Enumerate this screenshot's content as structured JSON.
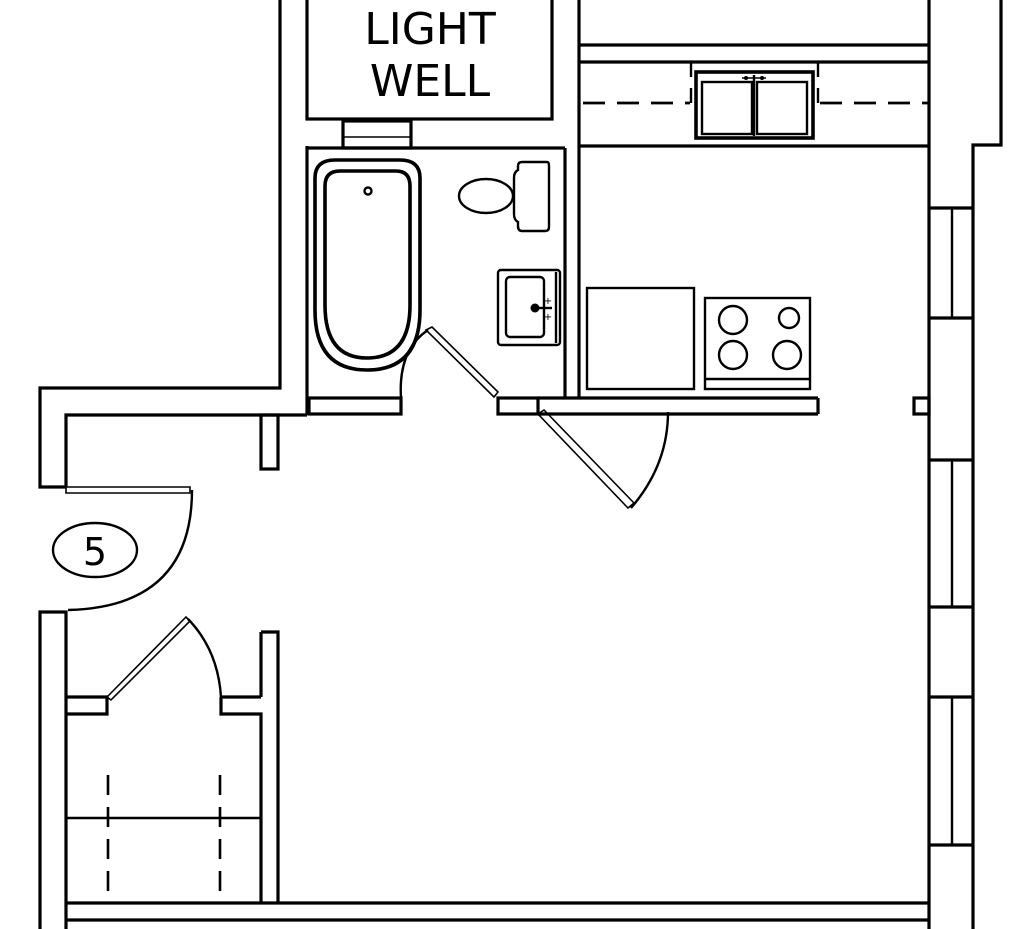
{
  "plan": {
    "type": "architectural floor plan",
    "colors": {
      "line": "#000000",
      "background": "#ffffff"
    },
    "light_well": {
      "line1": "LIGHT",
      "line2": "WELL"
    },
    "room_tag": {
      "number": "5"
    },
    "rooms": [
      {
        "name": "light-well"
      },
      {
        "name": "bathroom",
        "fixtures": [
          "bathtub",
          "toilet",
          "vanity-sink"
        ]
      },
      {
        "name": "kitchen",
        "fixtures": [
          "double-window",
          "refrigerator",
          "range-4-burner",
          "upper-cabinets-dashed"
        ]
      },
      {
        "name": "entry",
        "fixtures": [
          "entry-door"
        ]
      },
      {
        "name": "closet",
        "fixtures": [
          "closet-door",
          "shelf-dashed"
        ]
      },
      {
        "name": "living-area",
        "fixtures": [
          "exterior-windows-east"
        ]
      }
    ]
  }
}
